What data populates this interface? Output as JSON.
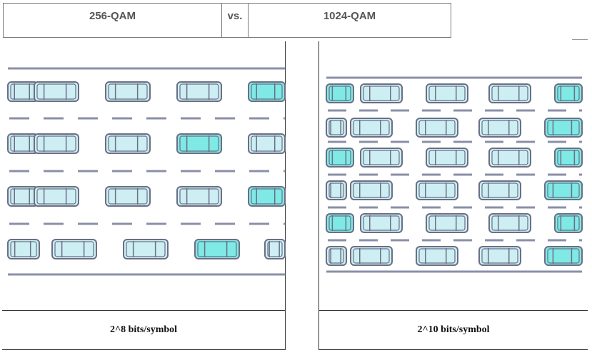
{
  "header": {
    "left_label": "256-QAM",
    "middle_label": "vs.",
    "right_label": "1024-QAM"
  },
  "left_panel": {
    "caption": "2^8 bits/symbol",
    "lanes": 4,
    "car_color": "#cdeef3",
    "highlight_color": "#7fe9e5"
  },
  "right_panel": {
    "caption": "2^10 bits/symbol",
    "lanes": 6,
    "car_color": "#cdeef3",
    "highlight_color": "#7fe9e5"
  },
  "colors": {
    "road_line": "#8a8fa8",
    "car_outline": "#6b6f85",
    "text": "#555555"
  }
}
